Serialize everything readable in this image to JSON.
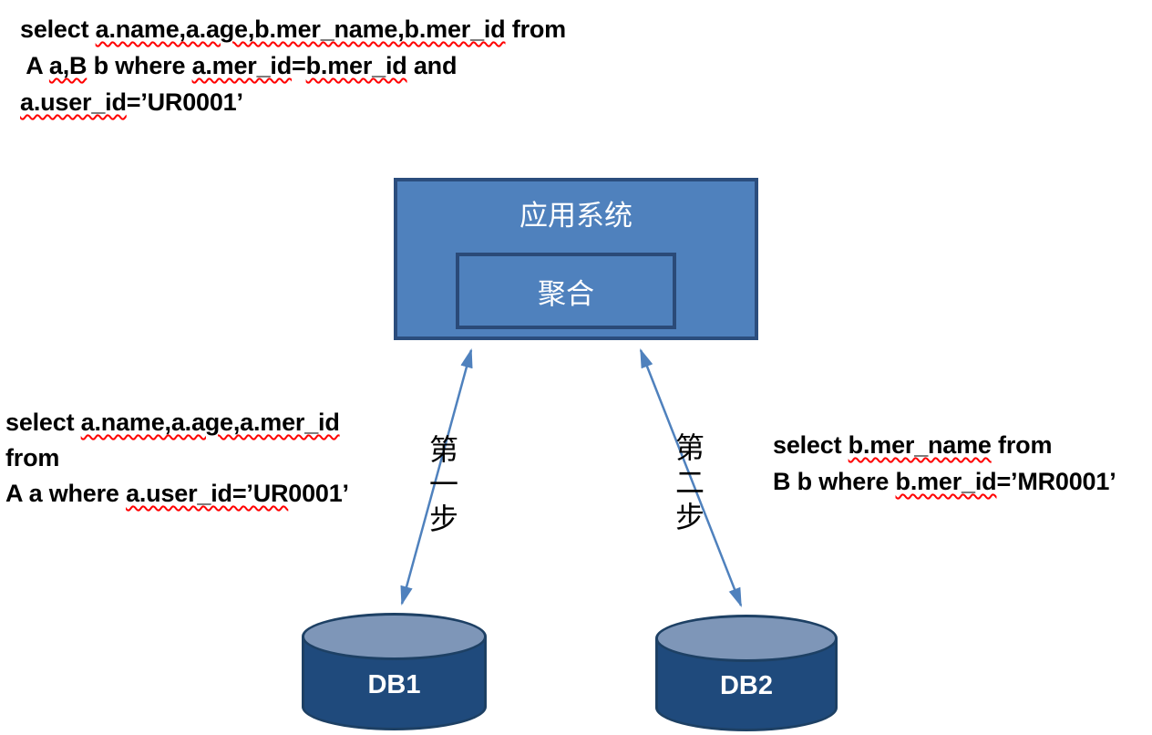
{
  "queries": {
    "combined": {
      "lines": [
        [
          {
            "t": "select ",
            "w": false
          },
          {
            "t": "a.name,a.age,b.mer_name,b.mer_id",
            "w": true
          },
          {
            "t": " from",
            "w": false
          }
        ],
        [
          {
            "t": " A ",
            "w": false
          },
          {
            "t": "a,B",
            "w": true
          },
          {
            "t": " b where ",
            "w": false
          },
          {
            "t": "a.mer_id",
            "w": true
          },
          {
            "t": "=",
            "w": false
          },
          {
            "t": "b.mer_id",
            "w": true
          },
          {
            "t": " and",
            "w": false
          }
        ],
        [
          {
            "t": "a.user_id",
            "w": true
          },
          {
            "t": "=’UR0001’",
            "w": false
          }
        ]
      ]
    },
    "left": {
      "lines": [
        [
          {
            "t": "select ",
            "w": false
          },
          {
            "t": "a.name,a.age,a.mer_id",
            "w": true
          }
        ],
        [
          {
            "t": "from",
            "w": false
          }
        ],
        [
          {
            "t": "A a where ",
            "w": false
          },
          {
            "t": "a.user_id=’UR",
            "w": true
          },
          {
            "t": "0001’",
            "w": false
          }
        ]
      ]
    },
    "right": {
      "lines": [
        [
          {
            "t": "select ",
            "w": false
          },
          {
            "t": "b.mer_name",
            "w": true
          },
          {
            "t": " from",
            "w": false
          }
        ],
        [
          {
            "t": "B b where ",
            "w": false
          },
          {
            "t": "b.mer_id",
            "w": true
          },
          {
            "t": "=’MR0001’",
            "w": false
          }
        ]
      ]
    }
  },
  "diagram": {
    "app_box_label": "应用系统",
    "inner_box_label": "聚合",
    "step1_label": "第一步",
    "step2_label": "第二步",
    "db1_label": "DB1",
    "db2_label": "DB2"
  },
  "colors": {
    "box_fill": "#4f81bd",
    "box_border": "#2b4d7d",
    "inner_box_border": "#2a4a78",
    "cylinder_body": "#1f4a7c",
    "cylinder_top": "#7e96b8",
    "cylinder_border": "#1d4064",
    "arrow": "#4f81bd",
    "spellcheck_underline": "#ff0000",
    "text": "#000000",
    "box_text": "#ffffff"
  }
}
